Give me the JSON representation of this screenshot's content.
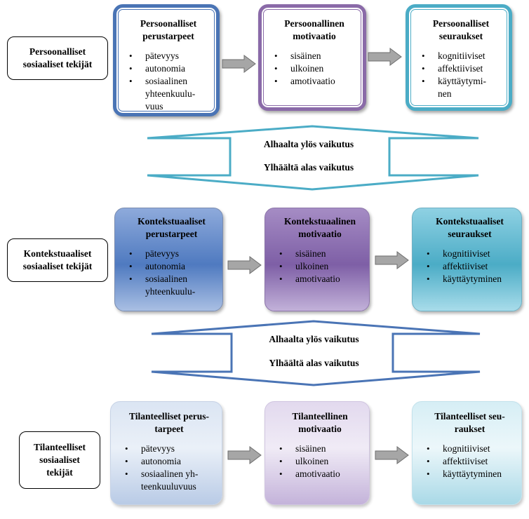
{
  "levels": [
    {
      "side_label": "Persoonalliset\nsosiaaliset tekijät",
      "needs": {
        "title": "Persoonalliset\nperustarpeet",
        "items": [
          "pätevyys",
          "autonomia",
          "sosiaalinen\nyhteenkuulu-\nvuus"
        ]
      },
      "motivation": {
        "title": "Persoonallinen\nmotivaatio",
        "items": [
          "sisäinen",
          "ulkoinen",
          "amotivaatio"
        ]
      },
      "outcomes": {
        "title": "Persoonalliset\nseuraukset",
        "items": [
          "kognitiiviset",
          "affektiiviset",
          "käyttäytymi-\nnen"
        ]
      }
    },
    {
      "side_label": "Kontekstuaaliset\nsosiaaliset tekijät",
      "needs": {
        "title": "Kontekstuaaliset\nperustarpeet",
        "items": [
          "pätevyys",
          "autonomia",
          "sosiaalinen\nyhteenkuulu-"
        ]
      },
      "motivation": {
        "title": "Kontekstuaalinen\nmotivaatio",
        "items": [
          "sisäinen",
          "ulkoinen",
          "amotivaatio"
        ]
      },
      "outcomes": {
        "title": "Kontekstuaaliset\nseuraukset",
        "items": [
          "kognitiiviset",
          "affektiiviset",
          "käyttäytyminen"
        ]
      }
    },
    {
      "side_label": "Tilanteelliset\nsosiaaliset\ntekijät",
      "needs": {
        "title": "Tilanteelliset perus-\ntarpeet",
        "items": [
          "pätevyys",
          "autonomia",
          "sosiaalinen yh-\nteenkuuluvuus"
        ]
      },
      "motivation": {
        "title": "Tilanteellinen\nmotivaatio",
        "items": [
          "sisäinen",
          "ulkoinen",
          "amotivaatio"
        ]
      },
      "outcomes": {
        "title": "Tilanteelliset seu-\nraukset",
        "items": [
          "kognitiiviset",
          "affektiiviset",
          "käyttäytyminen"
        ]
      }
    }
  ],
  "connectors": [
    {
      "bottom_up": "Alhaalta ylös vaikutus",
      "top_down": "Ylhäältä alas vaikutus",
      "color": "#4bacc6"
    },
    {
      "bottom_up": "Alhaalta ylös vaikutus",
      "top_down": "Ylhäältä alas vaikutus",
      "color": "#4a74b5"
    }
  ],
  "colors": {
    "blue": "#4a74b5",
    "purple": "#8a6aa8",
    "teal": "#4bacc6",
    "arrow_fill": "#a6a6a6"
  }
}
